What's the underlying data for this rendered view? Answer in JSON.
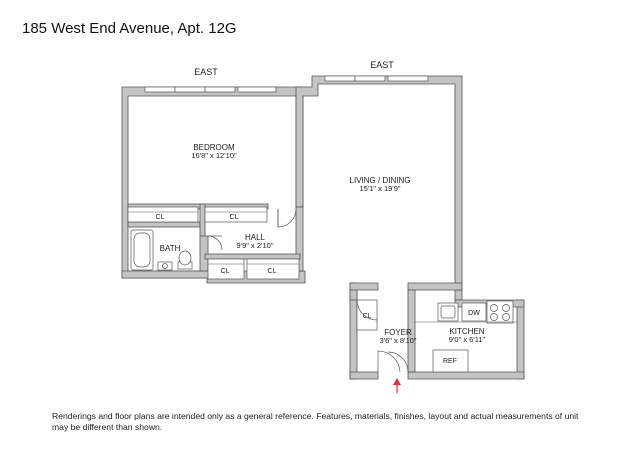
{
  "title": "185 West End Avenue, Apt. 12G",
  "compass": {
    "east_left": "EAST",
    "east_right": "EAST"
  },
  "rooms": {
    "bedroom": {
      "name": "BEDROOM",
      "dims": "16'8\" x 12'10\""
    },
    "living": {
      "name": "LIVING / DINING",
      "dims": "15'1\" x 19'9\""
    },
    "hall": {
      "name": "HALL",
      "dims": "9'9\" x 2'10\""
    },
    "bath": {
      "name": "BATH"
    },
    "foyer": {
      "name": "FOYER",
      "dims": "3'6\" x 8'10\""
    },
    "kitchen": {
      "name": "KITCHEN",
      "dims": "9'0\" x 6'11\""
    }
  },
  "closet_label": "CL",
  "appliances": {
    "dishwasher": "DW",
    "refrigerator": "REF"
  },
  "disclaimer": "Renderings and floor plans are intended only as a general reference. Features, materials, finishes, layout and actual measurements of unit may be different than shown.",
  "colors": {
    "wall": "#c4c4c4",
    "line": "#555555",
    "entry_arrow": "#e03030"
  }
}
